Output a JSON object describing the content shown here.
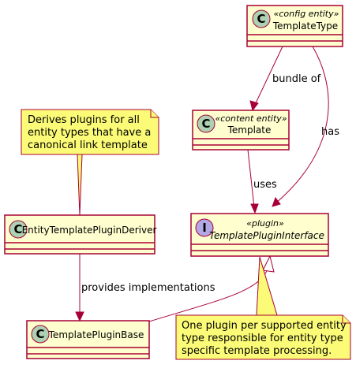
{
  "classes": {
    "template_type": {
      "glyph": "C",
      "stereotype": "«config entity»",
      "name": "TemplateType"
    },
    "template": {
      "glyph": "C",
      "stereotype": "«content entity»",
      "name": "Template"
    },
    "plugin_interface": {
      "glyph": "I",
      "stereotype": "«plugin»",
      "name": "TemplatePluginInterface"
    },
    "plugin_deriver": {
      "glyph": "C",
      "name": "EntityTemplatePluginDeriver"
    },
    "plugin_base": {
      "glyph": "C",
      "name": "TemplatePluginBase"
    }
  },
  "edges": {
    "bundle_of": "bundle of",
    "has": "has",
    "uses": "uses",
    "provides": "provides implementations"
  },
  "notes": {
    "deriver_note": [
      "Derives plugins for all",
      "entity types that have a",
      "canonical link template"
    ],
    "interface_note": [
      "One plugin per supported entity",
      "type responsible for entity type",
      "specific template processing."
    ]
  },
  "colors": {
    "class_fill": "#FEFECE",
    "border": "#A80036",
    "note_fill": "#FBFB77",
    "class_circle": "#ADD1B2",
    "interface_circle": "#B4A7E5"
  }
}
